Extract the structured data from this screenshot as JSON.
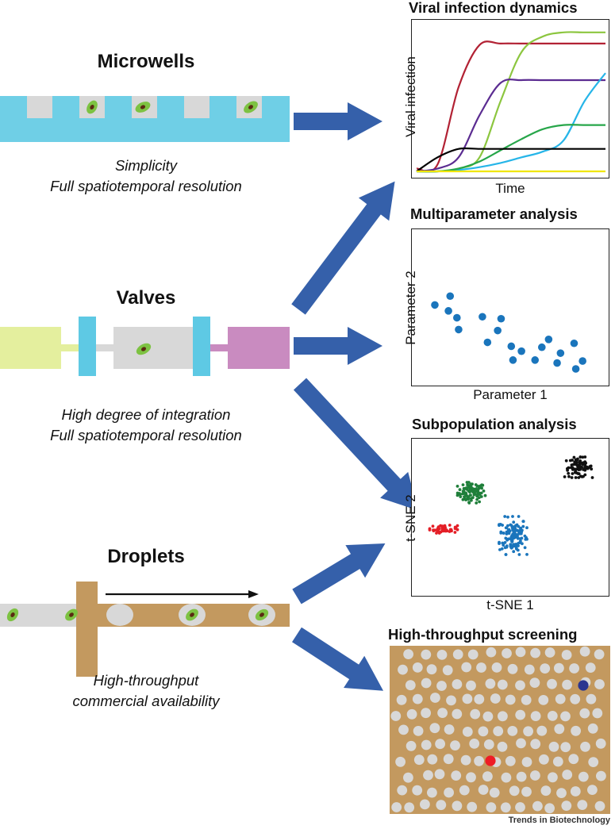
{
  "techniques": {
    "microwells": {
      "title": "Microwells",
      "desc_line1": "Simplicity",
      "desc_line2": "Full spatiotemporal resolution"
    },
    "valves": {
      "title": "Valves",
      "desc_line1": "High degree of integration",
      "desc_line2": "Full spatiotemporal resolution"
    },
    "droplets": {
      "title": "Droplets",
      "desc_line1": "High-throughput",
      "desc_line2": "commercial availability"
    }
  },
  "panels": {
    "viral": {
      "title": "Viral infection dynamics",
      "xlabel": "Time",
      "ylabel": "Viral infection"
    },
    "multiparam": {
      "title": "Multiparameter analysis",
      "xlabel": "Parameter 1",
      "ylabel": "Parameter 2"
    },
    "subpop": {
      "title": "Subpopulation analysis",
      "xlabel": "t-SNE 1",
      "ylabel": "t-SNE 2"
    },
    "screening": {
      "title": "High-throughput screening"
    }
  },
  "colors": {
    "microwell_channel": "#6fcfe6",
    "cell_body": "#7dc242",
    "cell_nucleus": "#5a2a12",
    "valve_inlet": "#e4ef9e",
    "valve_bar": "#5ec9e4",
    "chamber": "#d8d8d8",
    "outlet": "#c98bc0",
    "oil": "#c3995f",
    "arrow": "#3560aa"
  },
  "chart_data": [
    {
      "type": "line",
      "title": "Viral infection dynamics",
      "xlabel": "Time",
      "ylabel": "Viral infection",
      "series": [
        {
          "color": "#b22234",
          "values": [
            0.02,
            0.05,
            0.6,
            0.9,
            0.91,
            0.91,
            0.91,
            0.91,
            0.91,
            0.91
          ]
        },
        {
          "color": "#8cc63f",
          "values": [
            0.0,
            0.0,
            0.02,
            0.1,
            0.5,
            0.85,
            0.96,
            0.99,
            0.99,
            0.99
          ]
        },
        {
          "color": "#5b2c91",
          "values": [
            0.0,
            0.02,
            0.1,
            0.4,
            0.63,
            0.65,
            0.65,
            0.65,
            0.65,
            0.65
          ]
        },
        {
          "color": "#26b5e8",
          "values": [
            0.0,
            0.0,
            0.01,
            0.03,
            0.06,
            0.1,
            0.14,
            0.22,
            0.5,
            0.7
          ]
        },
        {
          "color": "#27a64a",
          "values": [
            0.0,
            0.0,
            0.02,
            0.07,
            0.15,
            0.23,
            0.3,
            0.33,
            0.33,
            0.33
          ]
        },
        {
          "color": "#000000",
          "values": [
            0.0,
            0.1,
            0.16,
            0.16,
            0.16,
            0.16,
            0.16,
            0.16,
            0.16,
            0.16
          ]
        },
        {
          "color": "#f0e600",
          "values": [
            0.0,
            0.0,
            0.0,
            0.0,
            0.0,
            0.0,
            0.0,
            0.0,
            0.0,
            0.0
          ]
        }
      ]
    },
    {
      "type": "scatter",
      "title": "Multiparameter analysis",
      "xlabel": "Parameter 1",
      "ylabel": "Parameter 2",
      "color": "#1a75bc",
      "points": [
        [
          0.07,
          0.65
        ],
        [
          0.16,
          0.74
        ],
        [
          0.15,
          0.59
        ],
        [
          0.2,
          0.52
        ],
        [
          0.21,
          0.4
        ],
        [
          0.35,
          0.53
        ],
        [
          0.46,
          0.51
        ],
        [
          0.44,
          0.39
        ],
        [
          0.38,
          0.27
        ],
        [
          0.52,
          0.23
        ],
        [
          0.58,
          0.18
        ],
        [
          0.53,
          0.09
        ],
        [
          0.7,
          0.22
        ],
        [
          0.81,
          0.16
        ],
        [
          0.66,
          0.09
        ],
        [
          0.94,
          0.08
        ],
        [
          0.9,
          0.0
        ],
        [
          0.89,
          0.26
        ],
        [
          0.74,
          0.3
        ],
        [
          0.79,
          0.06
        ]
      ]
    },
    {
      "type": "scatter",
      "title": "Subpopulation analysis",
      "xlabel": "t-SNE 1",
      "ylabel": "t-SNE 2",
      "clusters": [
        {
          "color": "#1f7f3a",
          "center": [
            0.3,
            0.66
          ],
          "spread": [
            0.07,
            0.065
          ],
          "count": 90
        },
        {
          "color": "#1a75bc",
          "center": [
            0.51,
            0.39
          ],
          "spread": [
            0.07,
            0.12
          ],
          "count": 130
        },
        {
          "color": "#e41e26",
          "center": [
            0.16,
            0.43
          ],
          "spread": [
            0.07,
            0.025
          ],
          "count": 45
        },
        {
          "color": "#111111",
          "center": [
            0.84,
            0.82
          ],
          "spread": [
            0.07,
            0.065
          ],
          "count": 80
        }
      ]
    }
  ]
}
